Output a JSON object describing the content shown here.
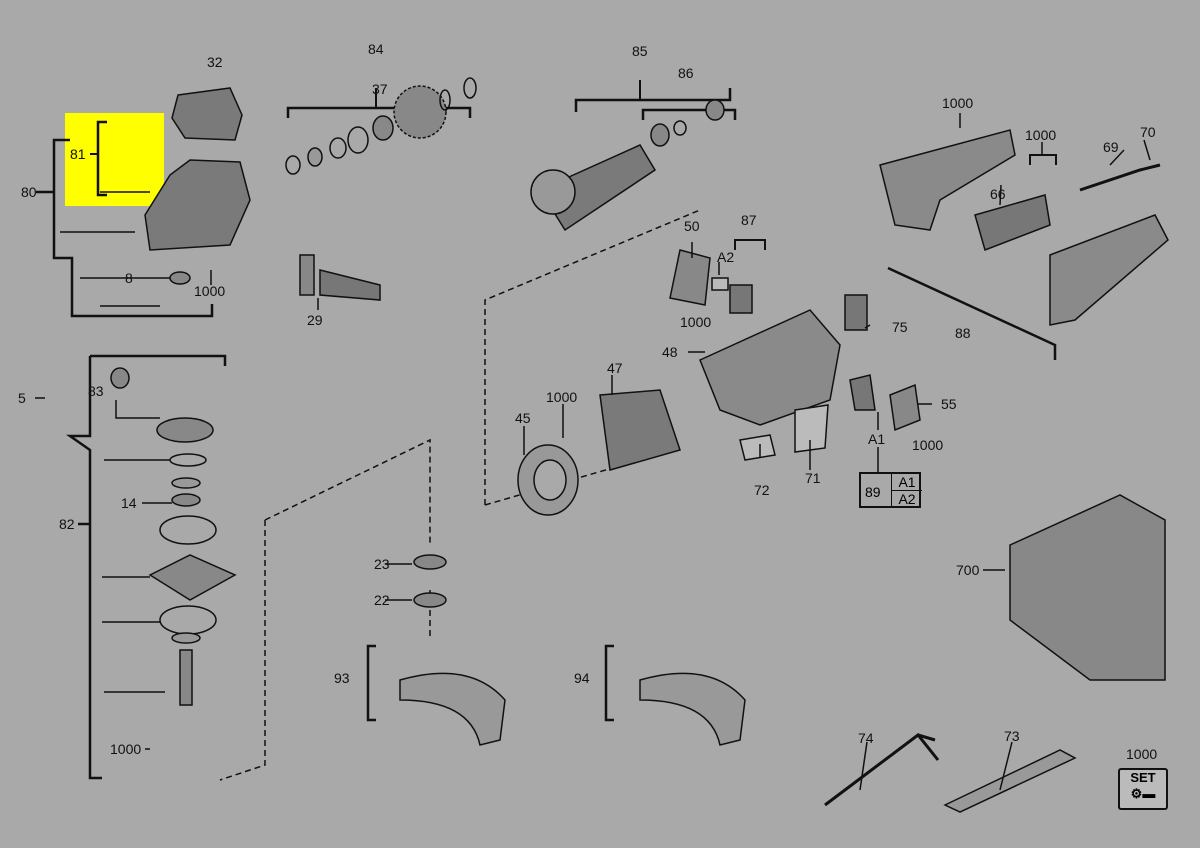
{
  "labels": [
    "32",
    "84",
    "37",
    "85",
    "86",
    "1000",
    "1000",
    "70",
    "69",
    "66",
    "81",
    "80",
    "8",
    "1000",
    "29",
    "50",
    "87",
    "A2",
    "1000",
    "75",
    "88",
    "48",
    "47",
    "5",
    "83",
    "1000",
    "45",
    "55",
    "A1",
    "1000",
    "14",
    "82",
    "72",
    "71",
    "23",
    "22",
    "700",
    "93",
    "94",
    "74",
    "73",
    "1000"
  ],
  "table_89": {
    "id": "89",
    "rows": [
      "A1",
      "A2"
    ]
  },
  "set_icon": {
    "label": "SET"
  },
  "colors": {
    "background": "#a9a9a9",
    "highlight": "#ffff00",
    "line": "#111111"
  }
}
